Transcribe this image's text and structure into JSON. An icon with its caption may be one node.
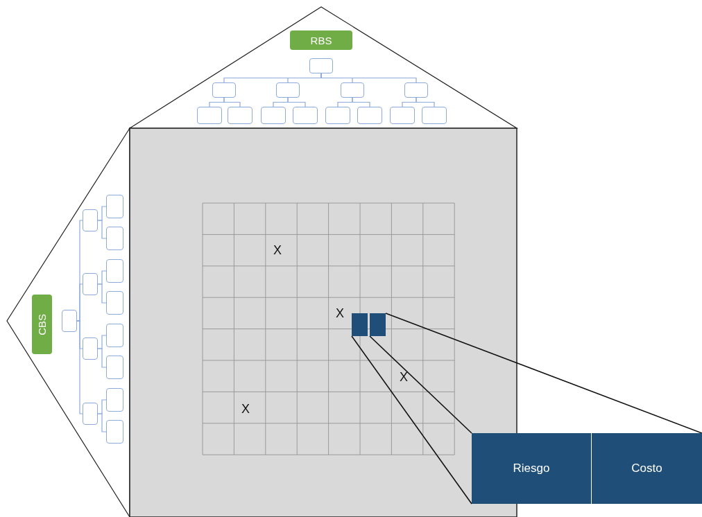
{
  "diagram": {
    "nodes": [
      {
        "text": [
          "RBS"
        ]
      },
      {
        "text": [
          "CBS"
        ]
      },
      {
        "text": [],
        "shape": "box"
      },
      {
        "text": [],
        "shape": "box"
      },
      {
        "text": [],
        "shape": "box"
      },
      {
        "text": [],
        "shape": "box"
      },
      {
        "text": [],
        "shape": "box"
      },
      {
        "text": [],
        "shape": "box"
      },
      {
        "text": [],
        "shape": "box"
      },
      {
        "text": [],
        "shape": "box"
      },
      {
        "text": [],
        "shape": "box"
      },
      {
        "text": [],
        "shape": "box"
      },
      {
        "text": [],
        "shape": "box"
      },
      {
        "text": [],
        "shape": "box"
      },
      {
        "text": [],
        "shape": "box"
      },
      {
        "text": [],
        "shape": "box"
      },
      {
        "text": [],
        "shape": "box"
      },
      {
        "text": [],
        "shape": "box"
      },
      {
        "text": [],
        "shape": "box"
      },
      {
        "text": [],
        "shape": "box"
      },
      {
        "text": [],
        "shape": "box"
      },
      {
        "text": [],
        "shape": "box"
      },
      {
        "text": [],
        "shape": "box"
      },
      {
        "text": [],
        "shape": "box"
      },
      {
        "text": [],
        "shape": "box"
      },
      {
        "text": [],
        "shape": "box"
      },
      {
        "text": [],
        "shape": "box"
      },
      {
        "text": [],
        "shape": "box"
      },
      {
        "text": [],
        "shape": "box"
      },
      {
        "text": [],
        "shape": "box"
      },
      {
        "text": [
          "Riesgo"
        ]
      },
      {
        "text": [
          "Costo"
        ]
      }
    ],
    "edges": [
      {
        "from": 2,
        "to": 3,
        "arrow": "none"
      },
      {
        "from": 2,
        "to": 4,
        "arrow": "none"
      },
      {
        "from": 2,
        "to": 5,
        "arrow": "none"
      },
      {
        "from": 2,
        "to": 6,
        "arrow": "none"
      },
      {
        "from": 3,
        "to": 7,
        "arrow": "none"
      },
      {
        "from": 3,
        "to": 8,
        "arrow": "none"
      },
      {
        "from": 4,
        "to": 9,
        "arrow": "none"
      },
      {
        "from": 4,
        "to": 10,
        "arrow": "none"
      },
      {
        "from": 5,
        "to": 11,
        "arrow": "none"
      },
      {
        "from": 5,
        "to": 12,
        "arrow": "none"
      },
      {
        "from": 6,
        "to": 13,
        "arrow": "none"
      },
      {
        "from": 6,
        "to": 14,
        "arrow": "none"
      },
      {
        "from": 15,
        "to": 16,
        "arrow": "none"
      },
      {
        "from": 15,
        "to": 17,
        "arrow": "none"
      },
      {
        "from": 15,
        "to": 18,
        "arrow": "none"
      },
      {
        "from": 15,
        "to": 19,
        "arrow": "none"
      },
      {
        "from": 16,
        "to": 20,
        "arrow": "none"
      },
      {
        "from": 16,
        "to": 21,
        "arrow": "none"
      },
      {
        "from": 17,
        "to": 22,
        "arrow": "none"
      },
      {
        "from": 17,
        "to": 23,
        "arrow": "none"
      },
      {
        "from": 18,
        "to": 24,
        "arrow": "none"
      },
      {
        "from": 18,
        "to": 25,
        "arrow": "none"
      },
      {
        "from": 19,
        "to": 26,
        "arrow": "none"
      },
      {
        "from": 19,
        "to": 27,
        "arrow": "none"
      },
      {
        "from": 28,
        "to": 30,
        "arrow": "none",
        "color": "#111111"
      },
      {
        "from": 29,
        "to": 30,
        "arrow": "none",
        "color": "#111111"
      },
      {
        "from": 29,
        "to": 31,
        "arrow": "none",
        "color": "#111111"
      }
    ],
    "labels": [
      "X",
      "X",
      "X",
      "X"
    ]
  }
}
